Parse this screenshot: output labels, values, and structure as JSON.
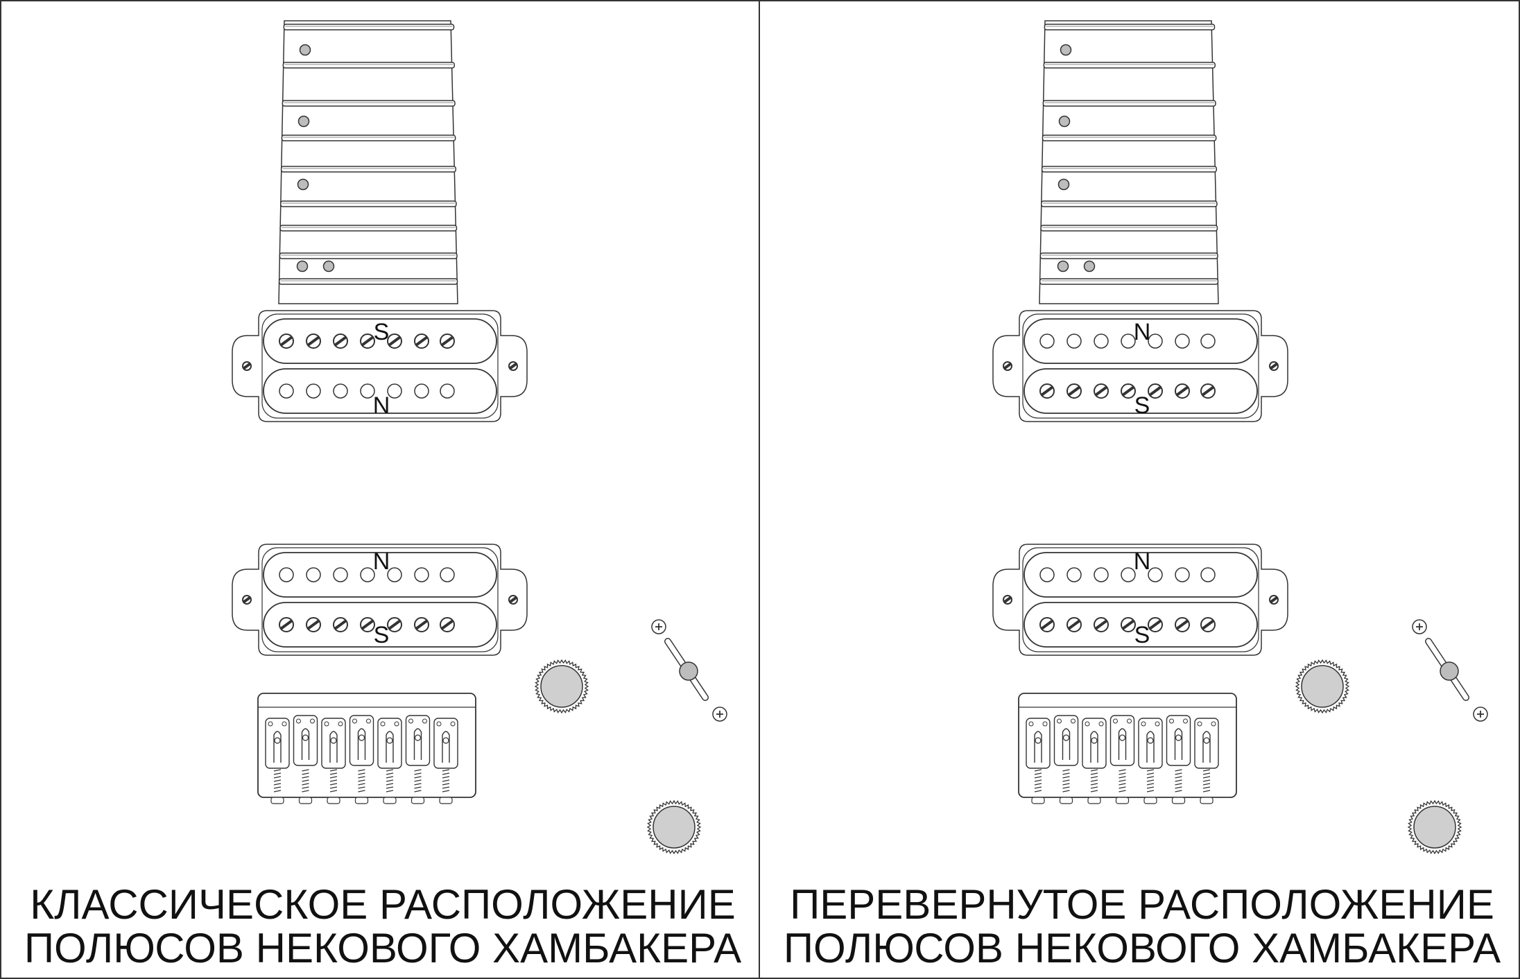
{
  "panels": [
    {
      "id": "classic",
      "caption_line1": "КЛАССИЧЕСКОЕ РАСПОЛОЖЕНИЕ",
      "caption_line2": "ПОЛЮСОВ НЕКОВОГО ХАМБАКЕРА",
      "neck_pickup": {
        "top_label": "S",
        "bottom_label": "N",
        "screw_row": "top"
      },
      "bridge_pickup": {
        "top_label": "N",
        "bottom_label": "S",
        "screw_row": "bottom"
      }
    },
    {
      "id": "reversed",
      "caption_line1": "ПЕРЕВЕРНУТОЕ РАСПОЛОЖЕНИЕ",
      "caption_line2": "ПОЛЮСОВ НЕКОВОГО ХАМБАКЕРА",
      "neck_pickup": {
        "top_label": "N",
        "bottom_label": "S",
        "screw_row": "bottom"
      },
      "bridge_pickup": {
        "top_label": "N",
        "bottom_label": "S",
        "screw_row": "bottom"
      }
    }
  ],
  "colors": {
    "line": "#333333",
    "knob_fill": "#cfcfcf",
    "dot_fill": "#bdbdbd",
    "background": "#ffffff"
  }
}
